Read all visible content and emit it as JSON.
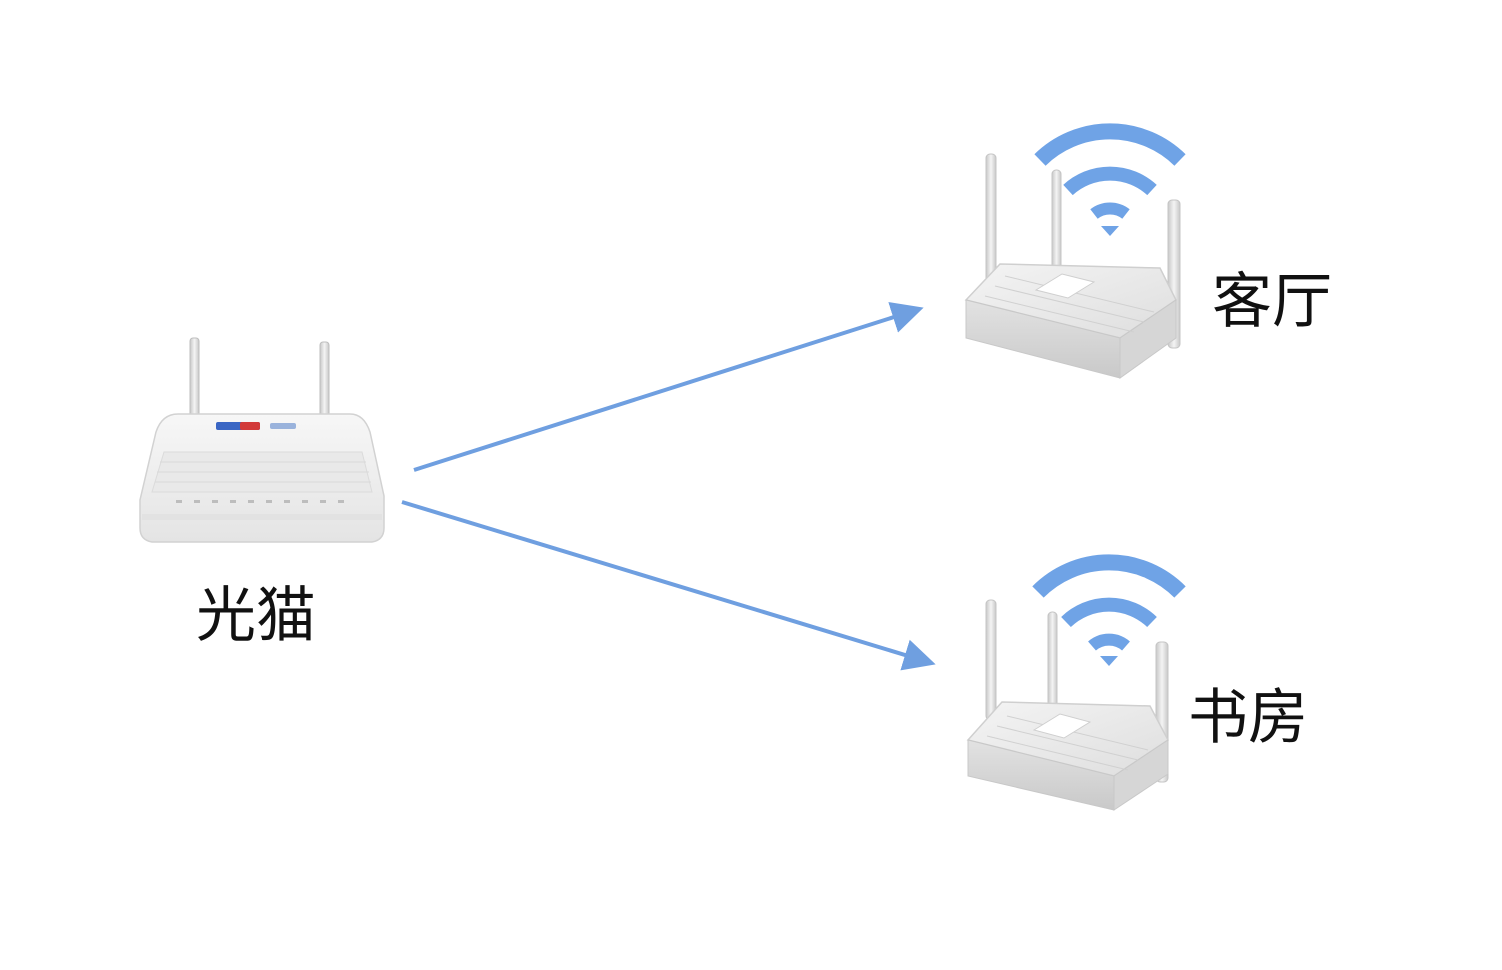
{
  "diagram": {
    "nodes": [
      {
        "id": "modem",
        "label": "光猫",
        "device": "optical-modem-icon"
      },
      {
        "id": "living",
        "label": "客厅",
        "device": "wifi-router-icon"
      },
      {
        "id": "study",
        "label": "书房",
        "device": "wifi-router-icon"
      }
    ],
    "edges": [
      {
        "from": "modem",
        "to": "living"
      },
      {
        "from": "modem",
        "to": "study"
      }
    ]
  },
  "colors": {
    "arrow": "#6f9fe0",
    "wifi": "#6fa3e6",
    "device_body": "#eeeeee",
    "device_shade": "#d3d3d3",
    "background": "#ffffff"
  }
}
